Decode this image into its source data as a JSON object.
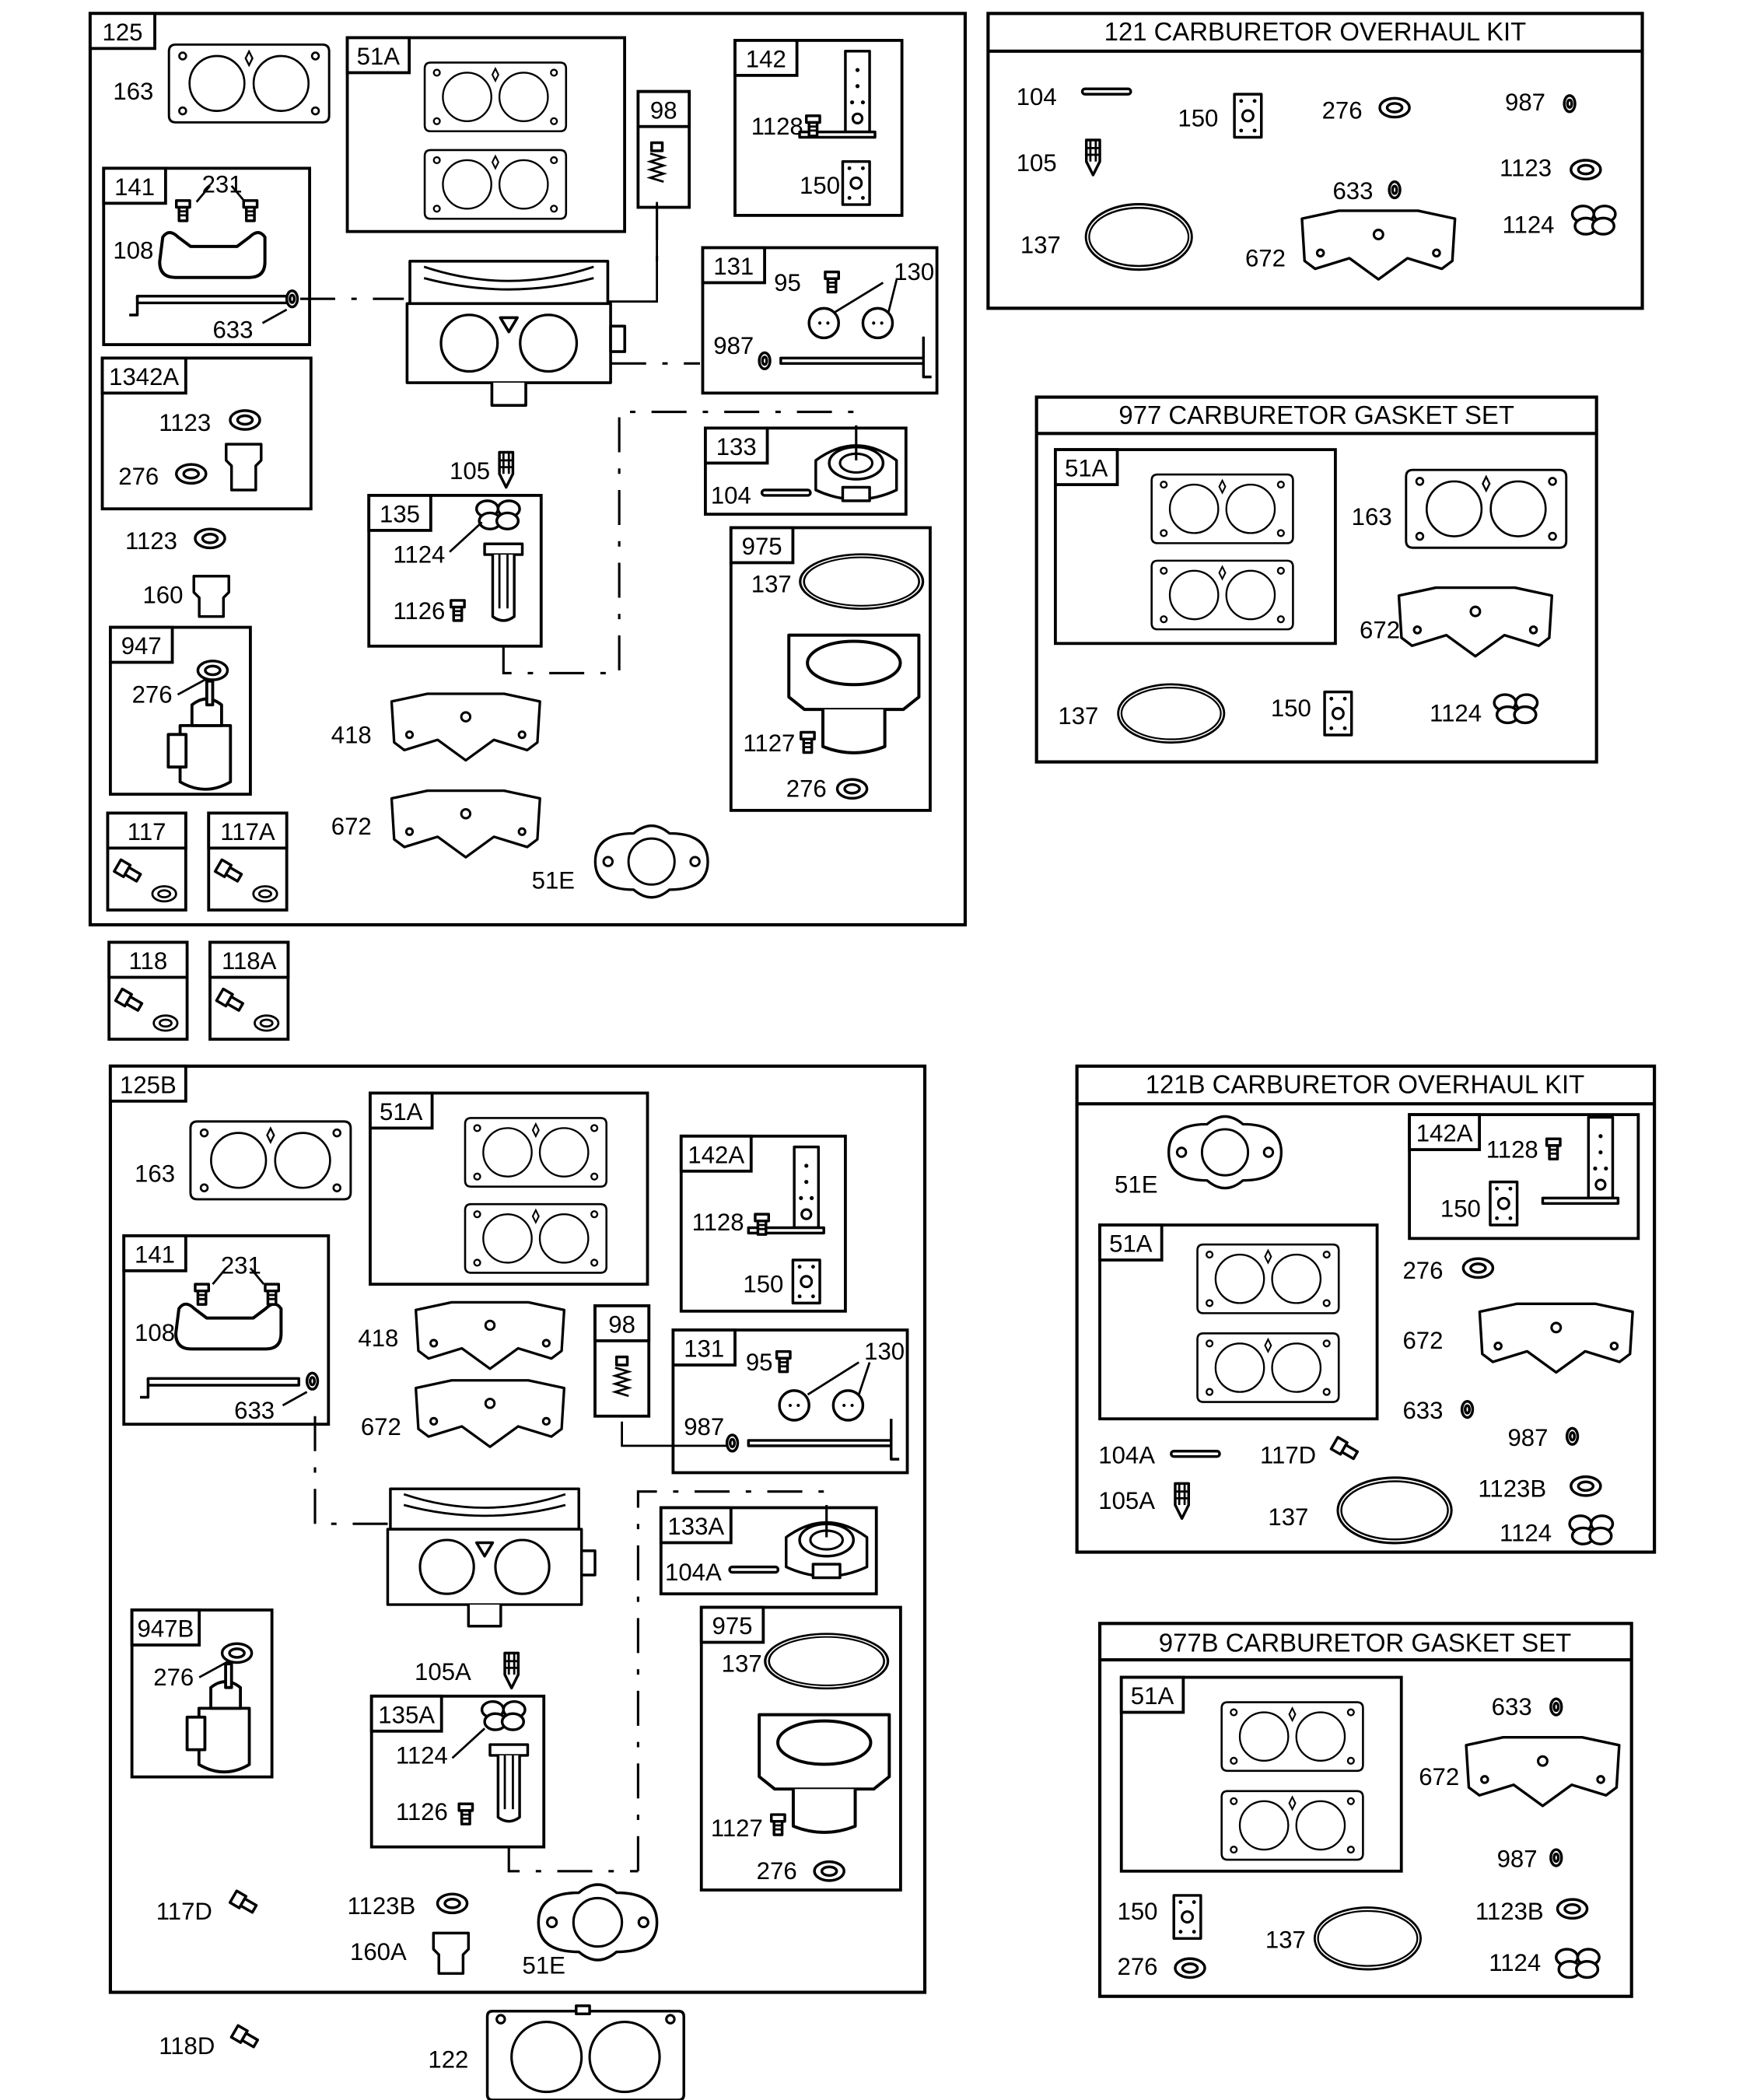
{
  "groups": {
    "g125": {
      "tag": "125",
      "boxes": {
        "b51A": "51A",
        "b98": "98",
        "b142": "142",
        "b141": "141",
        "b131": "131",
        "b1342A": "1342A",
        "b133": "133",
        "b135": "135",
        "b975": "975",
        "b947": "947",
        "b117": "117",
        "b117A": "117A"
      },
      "labels": {
        "l163": "163",
        "l51A_tag": "51A",
        "l1128": "1128",
        "l150": "150",
        "l231": "231",
        "l108": "108",
        "l633": "633",
        "l95": "95",
        "l130": "130",
        "l987": "987",
        "l1123a": "1123",
        "l276a": "276",
        "l104": "104",
        "l105": "105",
        "l1123b": "1123",
        "l160": "160",
        "l1124": "1124",
        "l1126": "1126",
        "l137": "137",
        "l276b": "276",
        "l418": "418",
        "l1127": "1127",
        "l276c": "276",
        "l672": "672",
        "l51E": "51E"
      }
    },
    "g118": {
      "b118": "118",
      "b118A": "118A"
    },
    "g125B": {
      "tag": "125B",
      "boxes": {
        "b51A": "51A",
        "b142A": "142A",
        "b141": "141",
        "b98": "98",
        "b131": "131",
        "b133A": "133A",
        "b947B": "947B",
        "b135A": "135A",
        "b975": "975"
      },
      "labels": {
        "l163": "163",
        "l1128": "1128",
        "l150": "150",
        "l231": "231",
        "l108": "108",
        "l633": "633",
        "l418": "418",
        "l672": "672",
        "l95": "95",
        "l130": "130",
        "l987": "987",
        "l104A": "104A",
        "l276a": "276",
        "l105A": "105A",
        "l1124": "1124",
        "l1126": "1126",
        "l137": "137",
        "l1127": "1127",
        "l276b": "276",
        "l117D": "117D",
        "l1123B": "1123B",
        "l160A": "160A",
        "l51E": "51E"
      }
    },
    "loose": {
      "l118D": "118D",
      "l122": "122"
    },
    "kit121": {
      "title": "121 CARBURETOR OVERHAUL KIT",
      "labels": {
        "l104": "104",
        "l105": "105",
        "l137": "137",
        "l150": "150",
        "l276": "276",
        "l633": "633",
        "l672": "672",
        "l987": "987",
        "l1123": "1123",
        "l1124": "1124"
      }
    },
    "kit977": {
      "title": "977 CARBURETOR GASKET SET",
      "labels": {
        "l51A": "51A",
        "l163": "163",
        "l672": "672",
        "l137": "137",
        "l150": "150",
        "l1124": "1124"
      }
    },
    "kit121B": {
      "title": "121B CARBURETOR OVERHAUL KIT",
      "labels": {
        "l51E": "51E",
        "l142A": "142A",
        "l1128": "1128",
        "l150": "150",
        "l51A": "51A",
        "l276": "276",
        "l672": "672",
        "l633": "633",
        "l987": "987",
        "l104A": "104A",
        "l117D": "117D",
        "l105A": "105A",
        "l137": "137",
        "l1123B": "1123B",
        "l1124": "1124"
      }
    },
    "kit977B": {
      "title": "977B CARBURETOR GASKET SET",
      "labels": {
        "l51A": "51A",
        "l633": "633",
        "l672": "672",
        "l987": "987",
        "l150": "150",
        "l137": "137",
        "l1123B": "1123B",
        "l276": "276",
        "l1124": "1124"
      }
    }
  }
}
